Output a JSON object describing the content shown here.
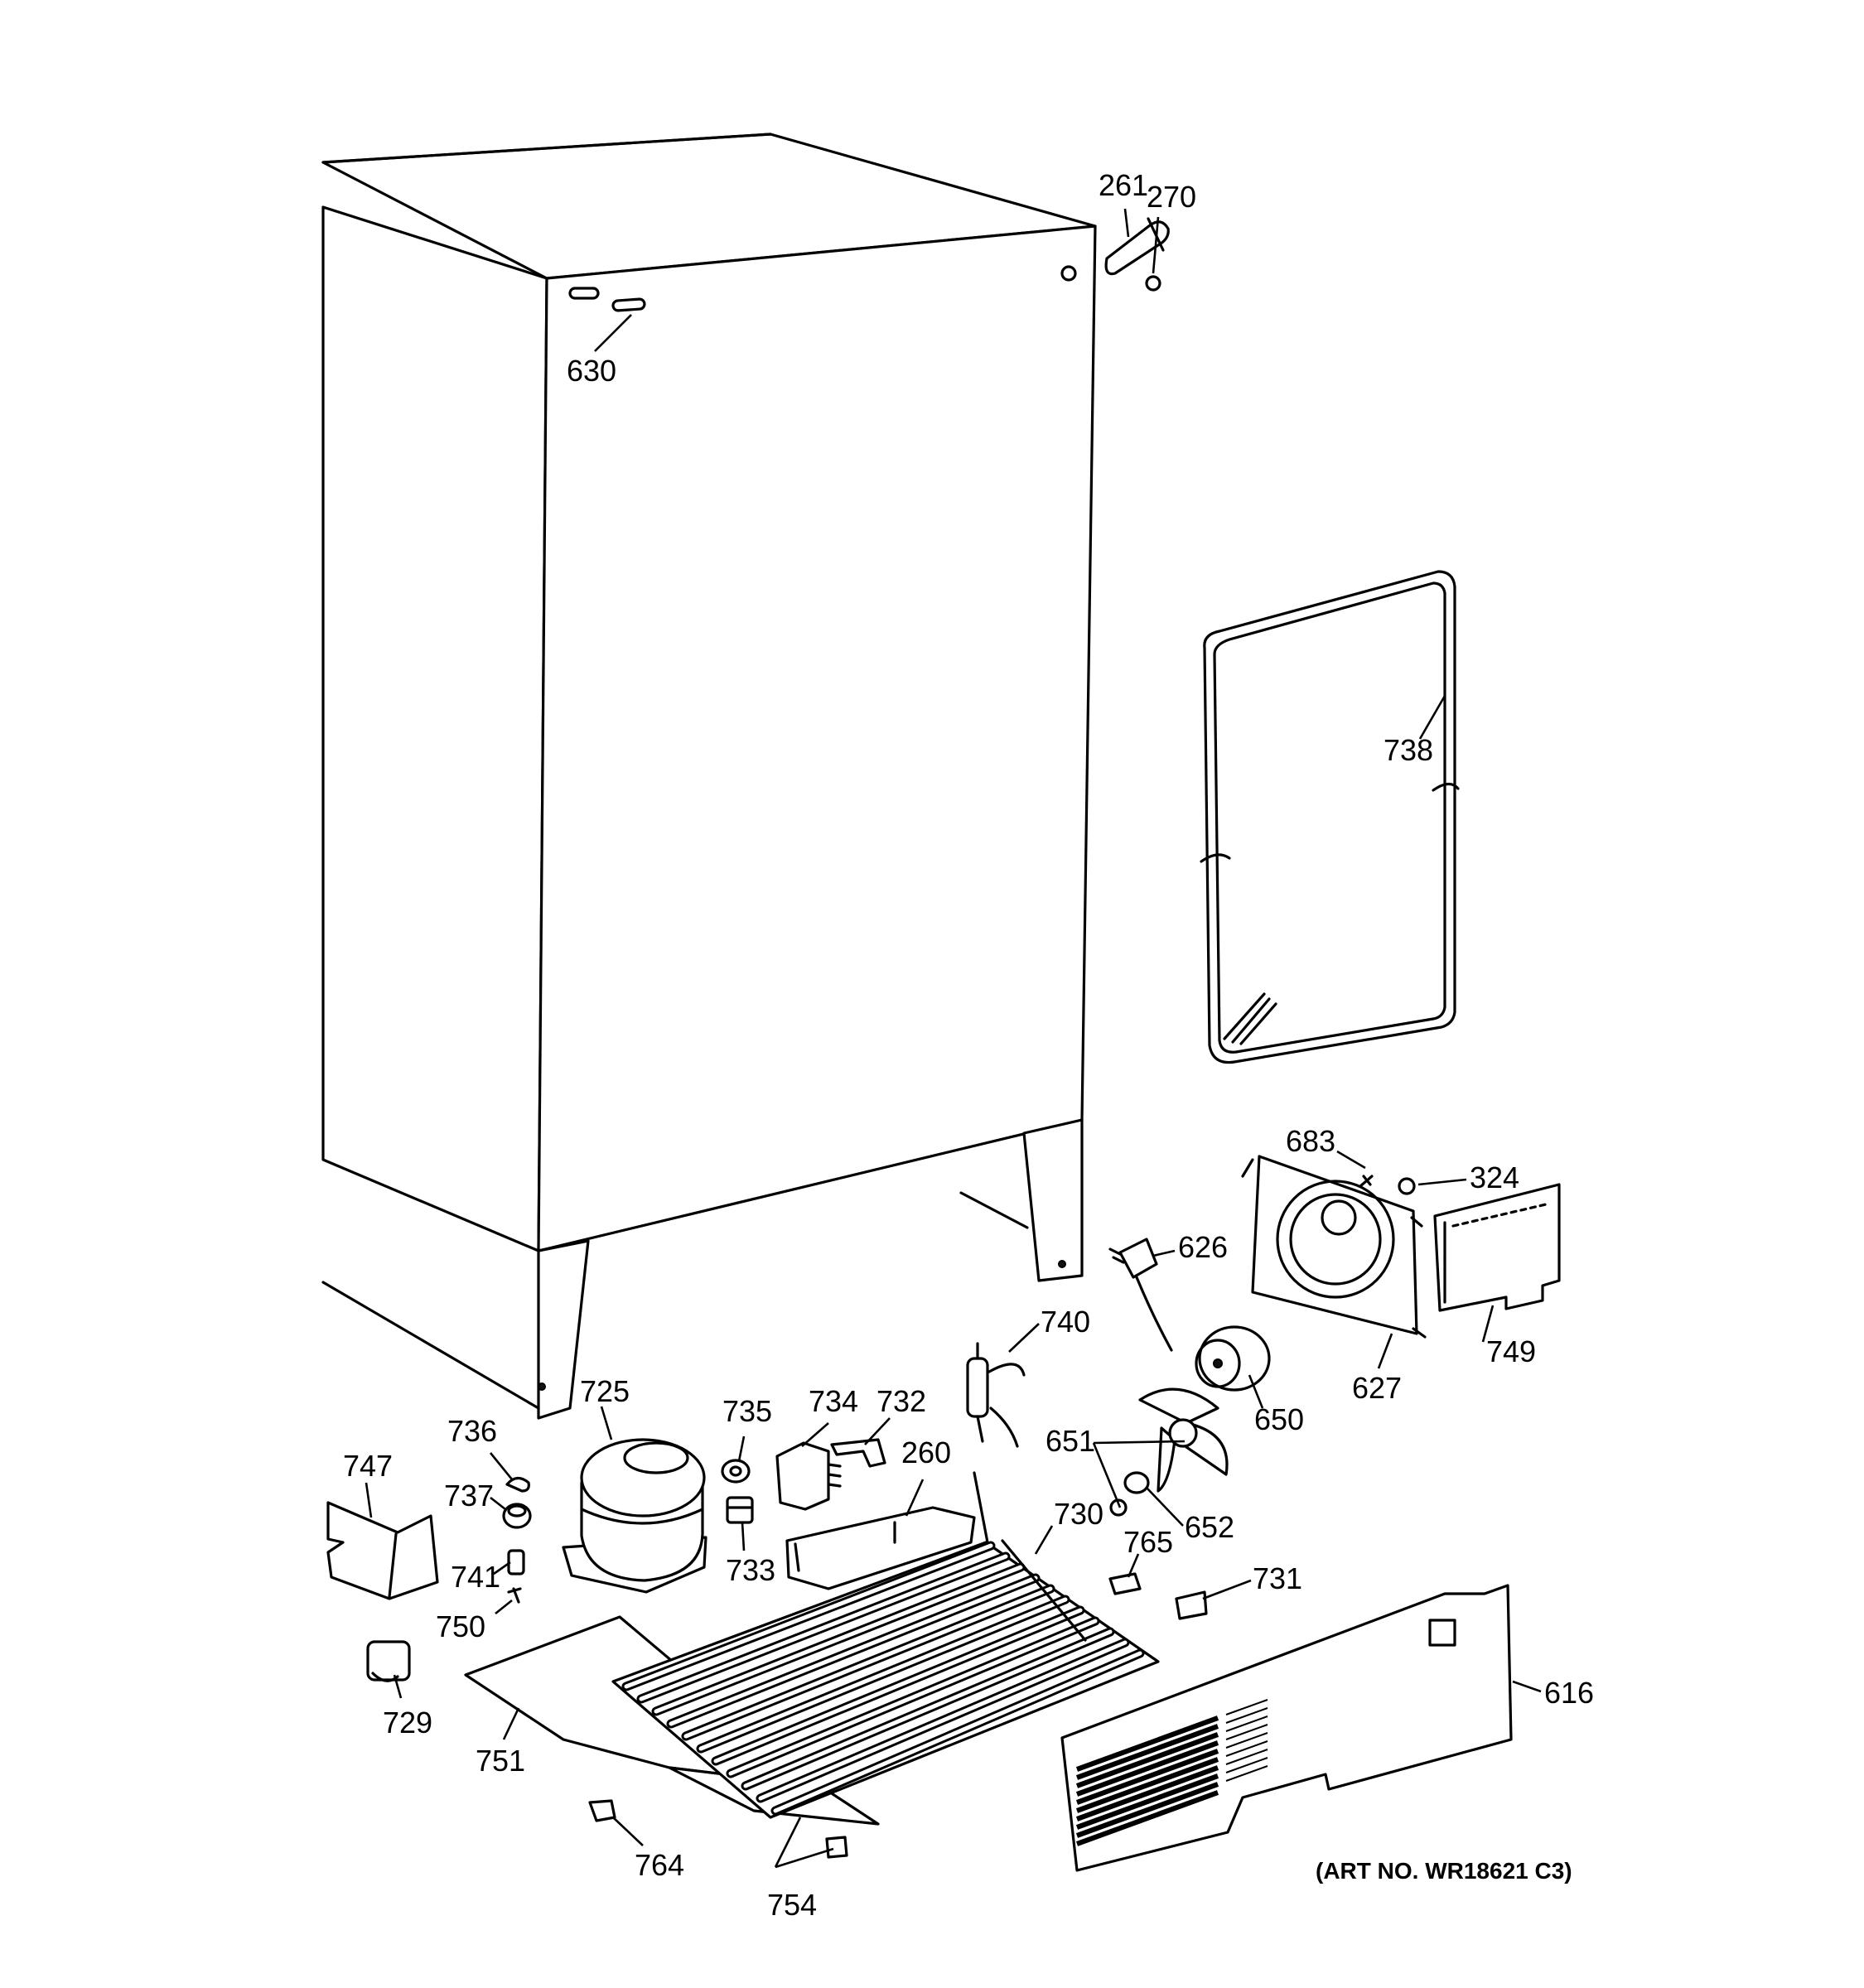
{
  "art_number": "(ART NO. WR18621 C3)",
  "callouts": {
    "p261": "261",
    "p270": "270",
    "p630": "630",
    "p738": "738",
    "p683": "683",
    "p324": "324",
    "p626": "626",
    "p627": "627",
    "p749": "749",
    "p740": "740",
    "p650": "650",
    "p725": "725",
    "p735": "735",
    "p734": "734",
    "p732": "732",
    "p736": "736",
    "p747": "747",
    "p737": "737",
    "p741": "741",
    "p750": "750",
    "p733": "733",
    "p260": "260",
    "p651": "651",
    "p652": "652",
    "p730": "730",
    "p765": "765",
    "p731": "731",
    "p729": "729",
    "p751": "751",
    "p616": "616",
    "p764": "764",
    "p754": "754"
  }
}
